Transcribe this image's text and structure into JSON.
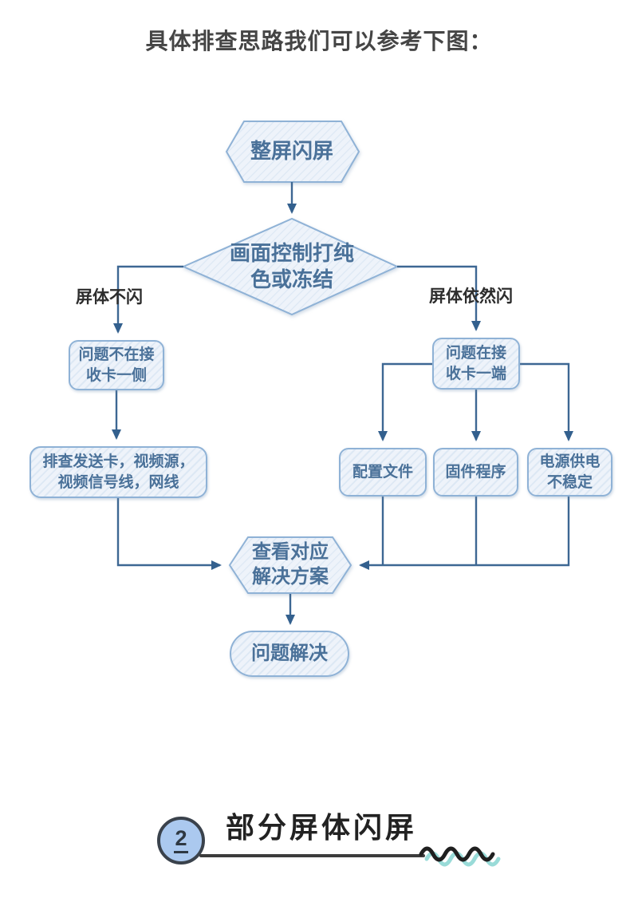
{
  "title": "具体排查思路我们可以参考下图：",
  "colors": {
    "node_fill": "#eef3fa",
    "node_stripe": "#dde8f4",
    "node_border": "#8fb2d6",
    "node_text": "#4a7199",
    "connector": "#3d6793",
    "branch_label_text": "#2d2d2d",
    "footer_circle_fill": "#abc9ef",
    "footer_ink": "#3a424c",
    "wave_teal": "#99dbd8"
  },
  "flowchart": {
    "nodes": {
      "start": {
        "shape": "hexagon",
        "lines": [
          "整屏闪屏"
        ]
      },
      "decision": {
        "shape": "diamond",
        "lines": [
          "画面控制打纯",
          "色或冻结"
        ]
      },
      "not_receiving_side": {
        "shape": "rounded-rect",
        "lines": [
          "问题不在接",
          "收卡一侧"
        ]
      },
      "receiving_side": {
        "shape": "rounded-rect",
        "lines": [
          "问题在接",
          "收卡一端"
        ]
      },
      "check_sending": {
        "shape": "rounded-rect",
        "lines": [
          "排查发送卡，视频源，",
          "视频信号线，网线"
        ]
      },
      "config_file": {
        "shape": "rounded-rect",
        "lines": [
          "配置文件"
        ]
      },
      "firmware": {
        "shape": "rounded-rect",
        "lines": [
          "固件程序"
        ]
      },
      "power_supply": {
        "shape": "rounded-rect",
        "lines": [
          "电源供电",
          "不稳定"
        ]
      },
      "view_solution": {
        "shape": "hexagon",
        "lines": [
          "查看对应",
          "解决方案"
        ]
      },
      "solved": {
        "shape": "stadium",
        "lines": [
          "问题解决"
        ]
      }
    },
    "branch_labels": {
      "left": "屏体不闪",
      "right": "屏体依然闪"
    }
  },
  "footer_section": {
    "number": "2",
    "heading": "部分屏体闪屏"
  }
}
